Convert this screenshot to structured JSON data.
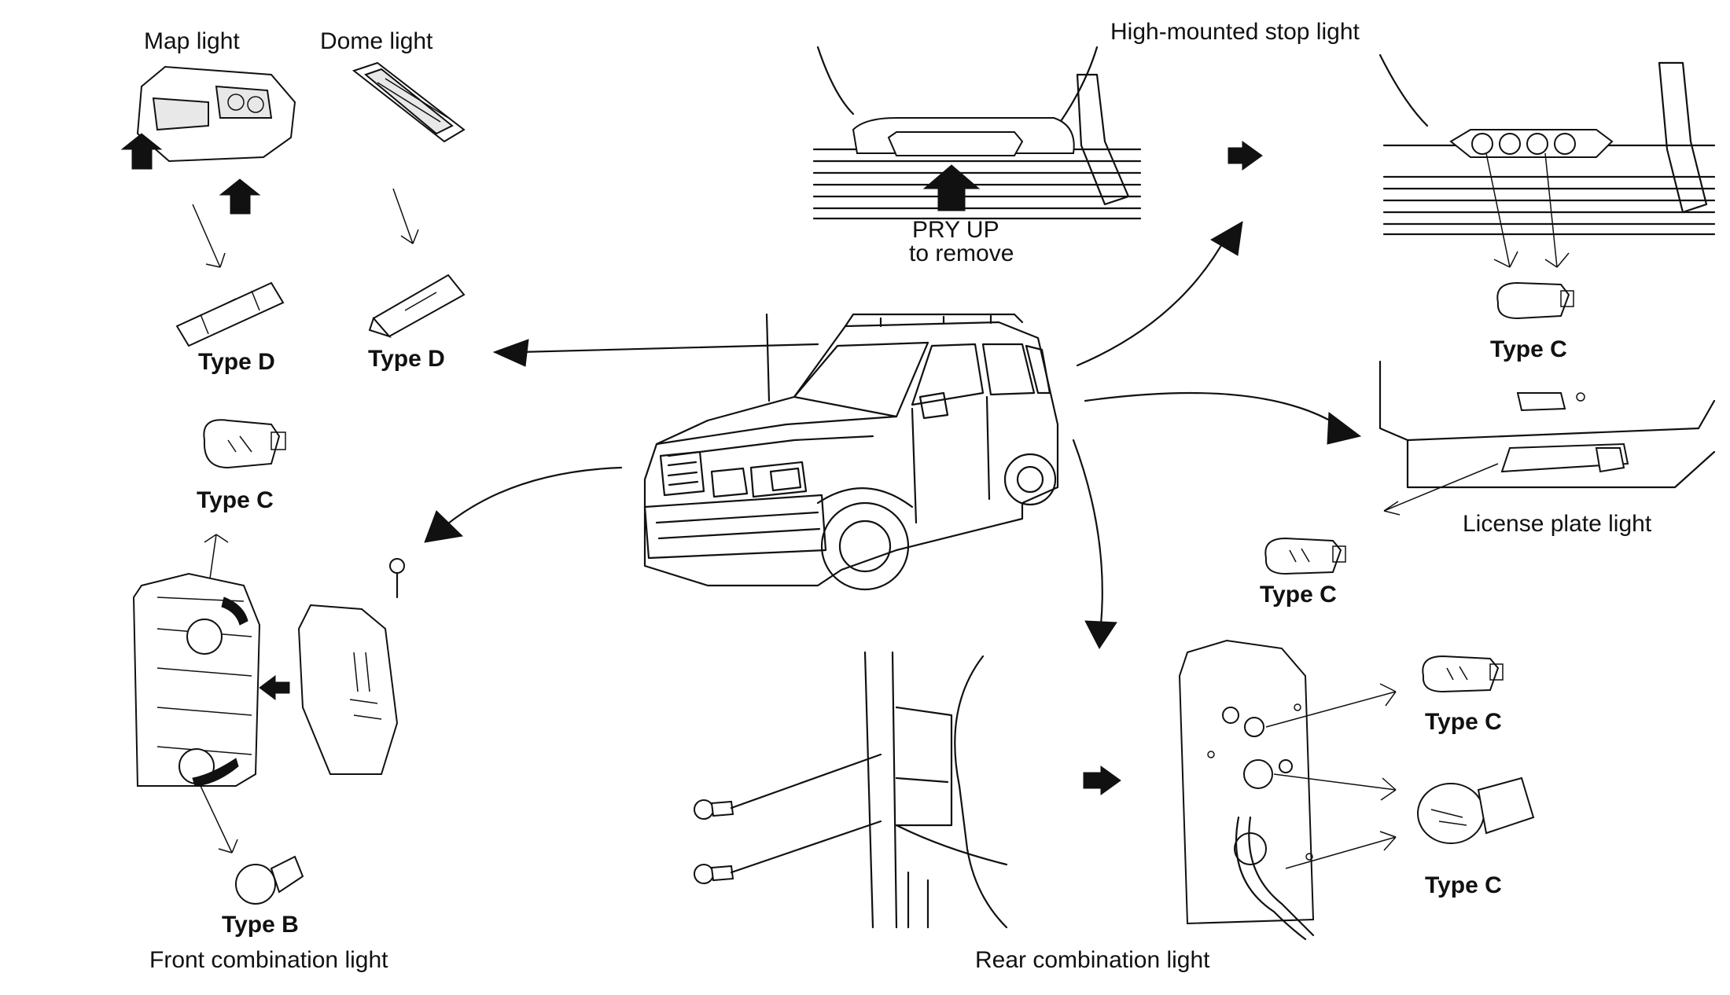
{
  "labels": {
    "map_light": "Map light",
    "dome_light": "Dome light",
    "type_d_map": "Type D",
    "type_d_dome": "Type D",
    "type_c_front": "Type C",
    "type_b_front": "Type B",
    "front_combination_light": "Front combination light",
    "high_mounted_stop_light": "High-mounted stop light",
    "pry_up": "PRY UP",
    "to_remove": "to remove",
    "type_c_stop": "Type C",
    "license_plate_light": "License plate light",
    "type_c_license": "Type C",
    "type_c_rear_upper": "Type C",
    "type_c_rear_lower": "Type C",
    "rear_combination_light": "Rear combination light"
  }
}
